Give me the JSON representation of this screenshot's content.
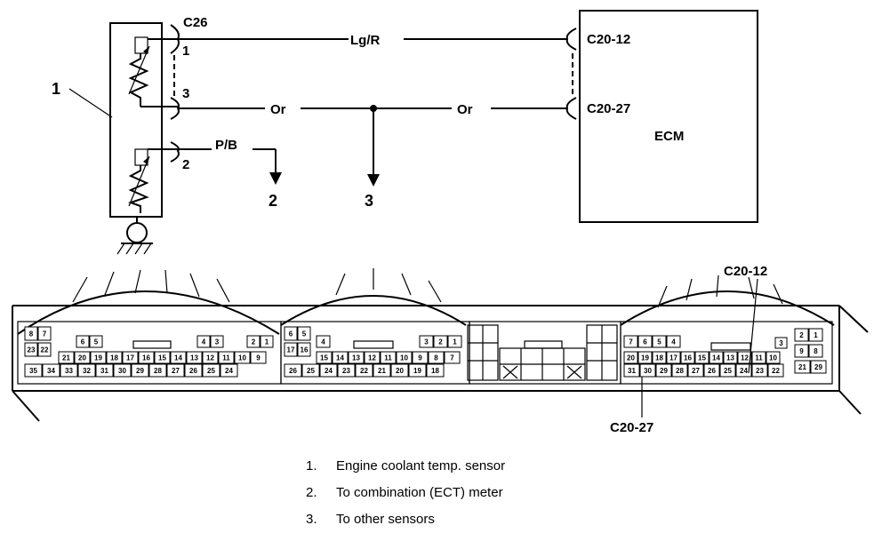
{
  "wiring": {
    "sensor_callout": "1",
    "connector_top": "C26",
    "pins": {
      "p1": "1",
      "p3": "3",
      "p2": "2"
    },
    "wires": {
      "signal": "Lg/R",
      "ground_left": "Or",
      "ground_right": "Or",
      "meter": "P/B"
    },
    "arrows": {
      "meter": "2",
      "others": "3"
    },
    "ecm": {
      "label": "ECM",
      "pin_signal": "C20-12",
      "pin_ground": "C20-27"
    }
  },
  "connector_face": {
    "callout_top": "C20-12",
    "callout_bottom": "C20-27",
    "section_a": {
      "top_left": [
        "8",
        "7"
      ],
      "mid_left": [
        "23",
        "22"
      ],
      "row1_mid": [
        "6",
        "5"
      ],
      "row1_right_a": [
        "4",
        "3"
      ],
      "row1_right_b": [
        "2",
        "1"
      ],
      "row2": [
        "21",
        "20",
        "19",
        "18",
        "17",
        "16",
        "15",
        "14",
        "13",
        "12",
        "11",
        "10",
        "9"
      ],
      "row3": [
        "35",
        "34",
        "33",
        "32",
        "31",
        "30",
        "29",
        "28",
        "27",
        "26",
        "25",
        "24"
      ]
    },
    "section_b": {
      "top_left": [
        "6",
        "5"
      ],
      "mid_left": [
        "17",
        "16"
      ],
      "row1_a": [
        "4"
      ],
      "row1_b": [
        "3",
        "2",
        "1"
      ],
      "row2": [
        "15",
        "14",
        "13",
        "12",
        "11",
        "10",
        "9",
        "8",
        "7"
      ],
      "row3": [
        "26",
        "25",
        "24",
        "23",
        "22",
        "21",
        "20",
        "19",
        "18"
      ]
    },
    "section_c": {
      "row1": [
        "7",
        "6",
        "5",
        "4"
      ],
      "row2": [
        "20",
        "19",
        "18",
        "17",
        "16",
        "15",
        "14",
        "13",
        "12",
        "11",
        "10"
      ],
      "row3": [
        "31",
        "30",
        "29",
        "28",
        "27",
        "26",
        "25",
        "24",
        "23",
        "22"
      ],
      "right_top": [
        "2",
        "1"
      ],
      "right_mid": [
        "9",
        "8"
      ],
      "right_bot": [
        "21",
        "29"
      ],
      "single": "3"
    }
  },
  "legend": [
    {
      "num": "1.",
      "text": "Engine coolant temp. sensor"
    },
    {
      "num": "2.",
      "text": "To combination (ECT) meter"
    },
    {
      "num": "3.",
      "text": "To other sensors"
    }
  ]
}
